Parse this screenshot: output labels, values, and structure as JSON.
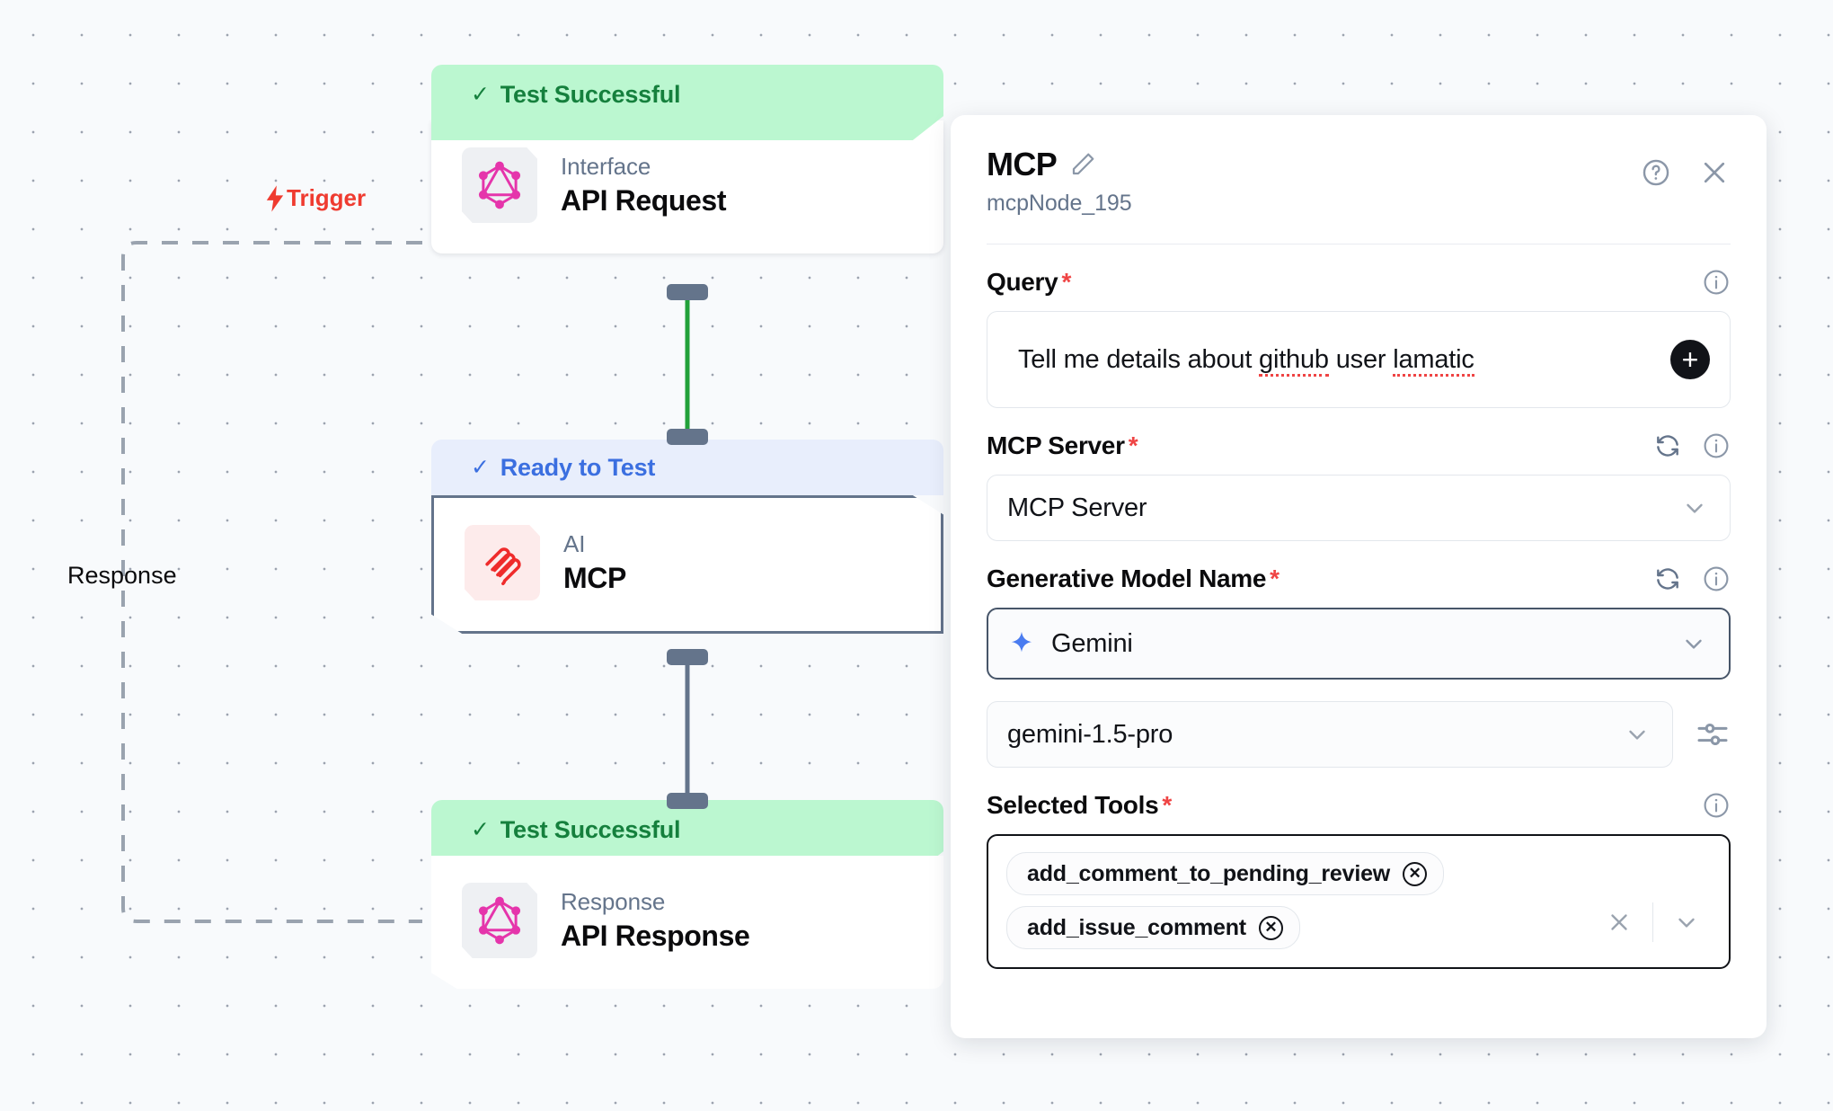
{
  "canvas": {
    "labels": {
      "trigger": "Trigger",
      "response": "Response"
    }
  },
  "nodes": [
    {
      "status": "Test Successful",
      "kind": "Interface",
      "title": "API Request",
      "icon": "graphql-icon"
    },
    {
      "status": "Ready to Test",
      "kind": "AI",
      "title": "MCP",
      "icon": "mcp-icon"
    },
    {
      "status": "Test Successful",
      "kind": "Response",
      "title": "API Response",
      "icon": "graphql-icon"
    }
  ],
  "panel": {
    "title": "MCP",
    "subtitle": "mcpNode_195",
    "edit_icon": "pencil-icon",
    "help_icon": "help-circle-icon",
    "close_icon": "close-icon",
    "fields": {
      "query": {
        "label": "Query",
        "required": "*",
        "value_pre": "Tell me details about ",
        "value_spell1": "github",
        "value_mid": " user ",
        "value_spell2": "lamatic",
        "full_value": "Tell me details about github user lamatic",
        "add_button": "+",
        "info_icon": "info-icon"
      },
      "mcp_server": {
        "label": "MCP Server",
        "required": "*",
        "value": "MCP Server",
        "refresh_icon": "refresh-icon",
        "info_icon": "info-icon",
        "chevron": "chevron-down-icon"
      },
      "generative_model": {
        "label": "Generative Model Name",
        "required": "*",
        "provider": "Gemini",
        "provider_icon": "gemini-sparkle-icon",
        "model": "gemini-1.5-pro",
        "refresh_icon": "refresh-icon",
        "info_icon": "info-icon",
        "settings_icon": "sliders-icon"
      },
      "selected_tools": {
        "label": "Selected Tools",
        "required": "*",
        "info_icon": "info-icon",
        "chips": [
          "add_comment_to_pending_review",
          "add_issue_comment"
        ],
        "clear_icon": "clear-x-icon",
        "chevron": "chevron-down-icon"
      }
    }
  },
  "colors": {
    "success_bg": "#bbf7d0",
    "success_fg": "#15803d",
    "ready_bg": "#e8eefc",
    "ready_fg": "#3b6fe0",
    "trigger": "#ef3b30",
    "edge_active": "#22a13a",
    "edge_idle": "#64748b",
    "graphql": "#e535ab",
    "mcp": "#ef2b2b",
    "gemini": "#4a7cf0"
  }
}
